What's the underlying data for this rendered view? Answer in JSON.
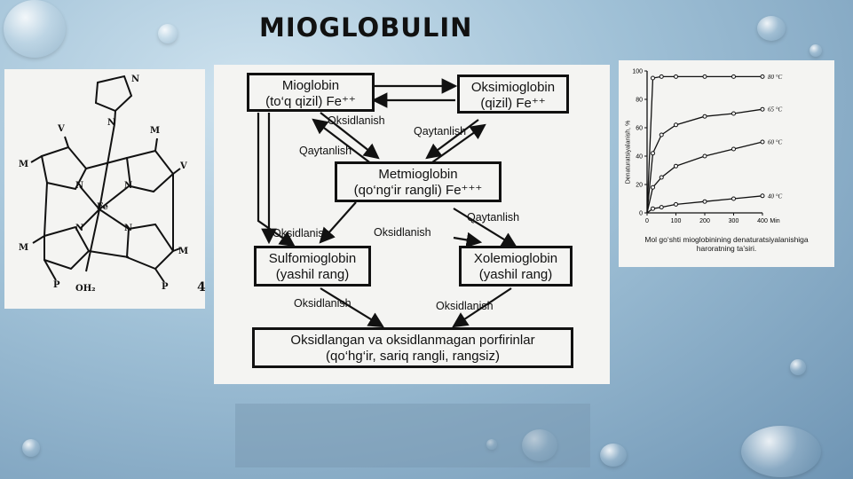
{
  "slide": {
    "title": "MIOGLOBULIN"
  },
  "structure": {
    "atoms": {
      "m1": "M",
      "m2": "M",
      "m3": "M",
      "m4": "M",
      "v1": "V",
      "v2": "V",
      "n1": "N",
      "n2": "N",
      "n3": "N",
      "n4": "N",
      "n5": "N",
      "n6": "N",
      "fe": "Fe",
      "p1": "P",
      "p2": "P",
      "water": "OH₂"
    },
    "page_mark": "4"
  },
  "flowchart": {
    "mioglobin": {
      "line1": "Mioglobin",
      "line2": "(to‘q qizil) Fe⁺⁺"
    },
    "oksimioglobin": {
      "line1": "Oksimioglobin",
      "line2": "(qizil) Fe⁺⁺"
    },
    "metmioglobin": {
      "line1": "Metmioglobin",
      "line2": "(qo‘ng‘ir rangli) Fe⁺⁺⁺"
    },
    "sulfomioglobin": {
      "line1": "Sulfomioglobin",
      "line2": "(yashil rang)"
    },
    "xolemioglobin": {
      "line1": "Xolemioglobin",
      "line2": "(yashil rang)"
    },
    "porfirinlar": {
      "line1": "Oksidlangan va oksidlanmagan porfirinlar",
      "line2": "(qo‘hg‘ir, sariq rangli, rangsiz)"
    },
    "labels": {
      "ox1": "Oksidlanish",
      "red1": "Qaytanlish",
      "red2": "Qaytanlish",
      "red3": "Qaytanlish",
      "ox2": "Oksidlanish",
      "ox3": "Oksidlanish",
      "ox4": "Oksidlanish",
      "ox5": "Oksidlanish"
    }
  },
  "chart_data": {
    "type": "line",
    "ylabel": "Denaturatsiyalanish, %",
    "xunit": "Min",
    "x_ticks": [
      0,
      100,
      200,
      300,
      400
    ],
    "y_ticks": [
      0,
      20,
      40,
      60,
      80,
      100
    ],
    "xlim": [
      0,
      400
    ],
    "ylim": [
      0,
      100
    ],
    "caption_line1": "Mol go‘shti mioglobinining denaturatsiyalanishiga",
    "caption_line2": "haroratning ta’siri.",
    "series": [
      {
        "name": "80 °C",
        "x": [
          0,
          20,
          50,
          100,
          200,
          300,
          400
        ],
        "y": [
          0,
          95,
          96,
          96,
          96,
          96,
          96
        ]
      },
      {
        "name": "65 °C",
        "x": [
          0,
          20,
          50,
          100,
          200,
          300,
          400
        ],
        "y": [
          0,
          42,
          55,
          62,
          68,
          70,
          73
        ]
      },
      {
        "name": "60 °C",
        "x": [
          0,
          20,
          50,
          100,
          200,
          300,
          400
        ],
        "y": [
          0,
          18,
          25,
          33,
          40,
          45,
          50
        ]
      },
      {
        "name": "40 °C",
        "x": [
          0,
          20,
          50,
          100,
          200,
          300,
          400
        ],
        "y": [
          0,
          3,
          4,
          6,
          8,
          10,
          12
        ]
      }
    ]
  },
  "colors": {
    "ink": "#111111",
    "panel": "#f4f4f2"
  }
}
